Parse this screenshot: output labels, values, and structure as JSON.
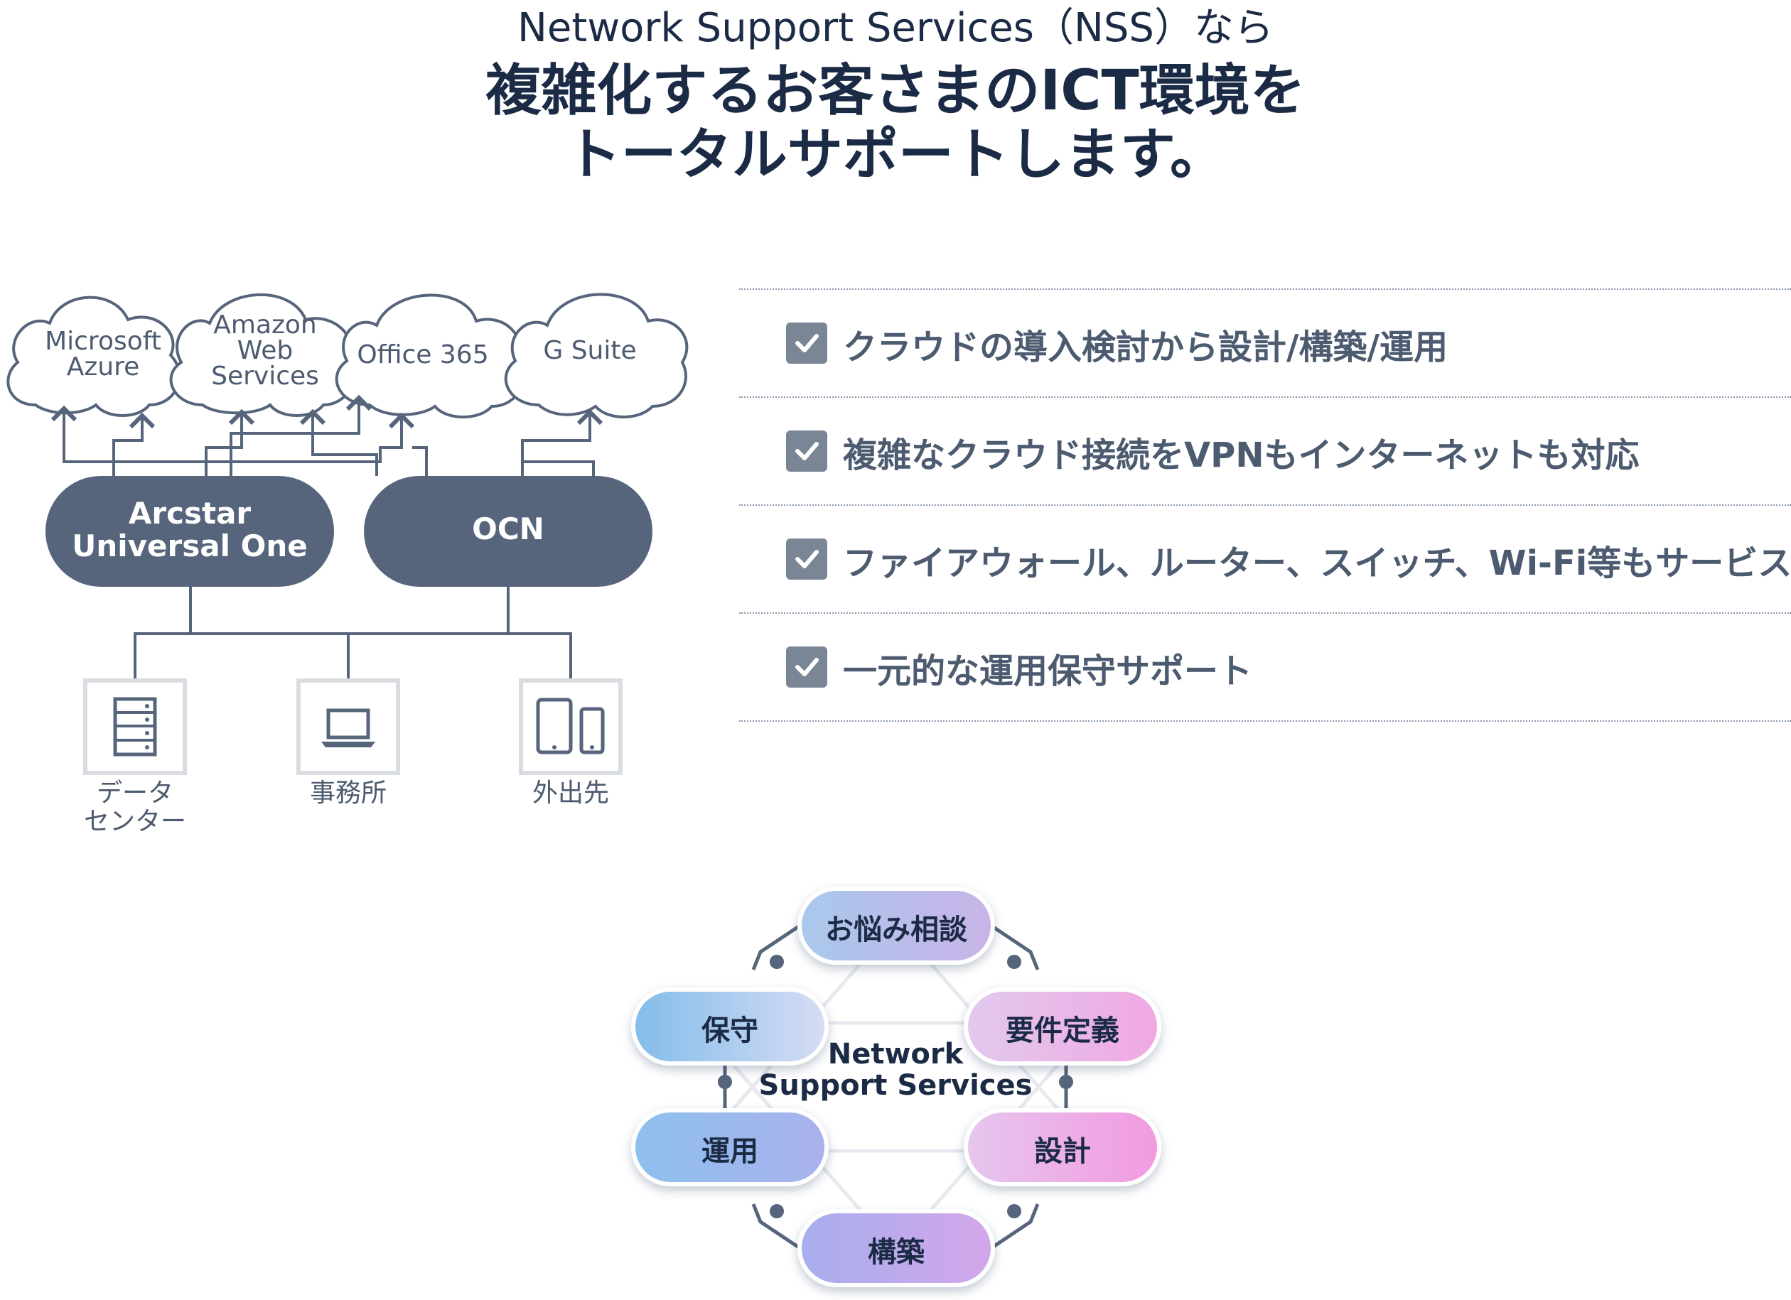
{
  "header": {
    "subtitle": "Network Support Services（NSS）なら",
    "title_line1": "複雑化するお客さまのICT環境を",
    "title_line2": "トータルサポートします。"
  },
  "network_diagram": {
    "clouds": [
      {
        "label_lines": [
          "Microsoft",
          "Azure"
        ],
        "icon": "cloud-icon"
      },
      {
        "label_lines": [
          "Amazon",
          "Web",
          "Services"
        ],
        "icon": "cloud-icon"
      },
      {
        "label_lines": [
          "Office 365"
        ],
        "icon": "cloud-icon"
      },
      {
        "label_lines": [
          "G Suite"
        ],
        "icon": "cloud-icon"
      }
    ],
    "networks": [
      {
        "label_lines": [
          "Arcstar",
          "Universal One"
        ]
      },
      {
        "label_lines": [
          "OCN"
        ]
      }
    ],
    "locations": [
      {
        "label_lines": [
          "データ",
          "センター"
        ],
        "icon": "server-rack-icon"
      },
      {
        "label_lines": [
          "事務所"
        ],
        "icon": "laptop-icon"
      },
      {
        "label_lines": [
          "外出先"
        ],
        "icon": "tablet-phone-icon"
      }
    ],
    "colors": {
      "network_fill": "#56657b",
      "line": "#56657b",
      "cloud_stroke": "#56657b",
      "icon_frame": "#d9dde2"
    }
  },
  "features": {
    "check_icon": "checkbox-checked-icon",
    "items": [
      "クラウドの導入検討から設計/構築/運用",
      "複雑なクラウド接続をVPNもインターネットも対応",
      "ファイアウォール、ルーター、スイッチ、Wi-Fi等もサービス提供",
      "一元的な運用保守サポート"
    ]
  },
  "service_cycle": {
    "center_lines": [
      "Network",
      "Support Services"
    ],
    "steps": [
      "お悩み相談",
      "要件定義",
      "設計",
      "構築",
      "運用",
      "保守"
    ]
  }
}
